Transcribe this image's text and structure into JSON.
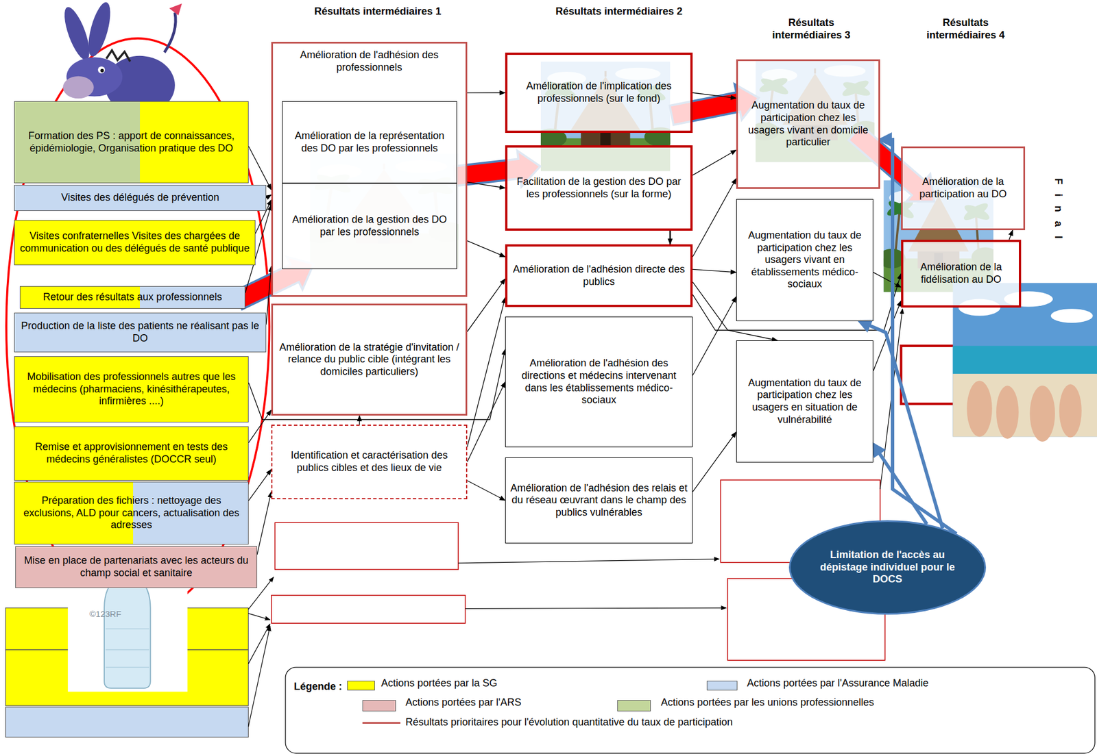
{
  "diagram": {
    "nodes": [
      {
        "text": [
          "Formation des PS : apport de connaissances, épidémiologie, Organisation pratique des DO"
        ]
      },
      {
        "text": [
          "Visites des délégués de prévention"
        ]
      },
      {
        "text": [
          "Visites confraternelles Visites des chargées de communication ou des délégués de santé publique"
        ]
      },
      {
        "text": [
          "Retour des résultats aux professionnels"
        ]
      },
      {
        "text": [
          "Production de la liste des patients ne réalisant pas le DO"
        ]
      },
      {
        "text": [
          "Mobilisation des professionnels autres que les médecins (pharmaciens, kinésithérapeutes, infirmières ....)"
        ]
      },
      {
        "text": [
          "Remise et approvisionnement en tests des médecins généralistes (DOCCR seul)"
        ]
      },
      {
        "text": [
          "Préparation des fichiers : nettoyage des exclusions, ALD pour cancers, actualisation des adresses"
        ]
      },
      {
        "text": [
          "Mise en place de partenariats avec les acteurs du champ social et sanitaire"
        ]
      },
      {
        "text": [
          "Amélioration de l'adhésion des professionnels"
        ]
      },
      {
        "text": [
          "Amélioration de la représentation des DO par les professionnels"
        ],
        "in": 9
      },
      {
        "text": [
          "Amélioration de la gestion des DO par les professionnels"
        ],
        "in": 9
      },
      {
        "text": [
          "Amélioration de la stratégie d'invitation / relance du public cible (intégrant les domiciles particuliers)"
        ]
      },
      {
        "text": [
          "Identification et caractérisation des publics cibles et des lieux de vie"
        ]
      },
      {
        "text": [
          "Amélioration de l'implication des professionnels (sur le fond)"
        ]
      },
      {
        "text": [
          "Facilitation de la gestion des DO par les professionnels (sur la forme)"
        ]
      },
      {
        "text": [
          "Amélioration de l'adhésion directe des publics"
        ]
      },
      {
        "text": [
          "Amélioration de l'adhésion des directions et médecins intervenant dans les établissements médico-sociaux"
        ]
      },
      {
        "text": [
          "Amélioration de l'adhésion des relais et du réseau œuvrant dans le champ des publics vulnérables"
        ]
      },
      {
        "text": [
          "Augmentation du taux de participation chez les usagers vivant en domicile particulier"
        ]
      },
      {
        "text": [
          "Augmentation du taux de participation chez les usagers vivant en établissements médico-sociaux"
        ]
      },
      {
        "text": [
          "Augmentation du taux de participation chez les usagers en situation de vulnérabilité"
        ]
      },
      {
        "text": [
          "Amélioration de la participation au DO"
        ]
      },
      {
        "text": [
          "Amélioration de la fidélisation au DO"
        ]
      },
      {
        "text": [
          "Limitation de l'accès au dépistage individuel pour le DOCS"
        ]
      }
    ],
    "edges": [
      {
        "from": 0,
        "to": 9,
        "arrow": "to"
      },
      {
        "from": 1,
        "to": 9,
        "arrow": "to"
      },
      {
        "from": 2,
        "to": 9,
        "arrow": "to"
      },
      {
        "from": 3,
        "to": 9,
        "arrow": "to"
      },
      {
        "from": 4,
        "to": 9,
        "arrow": "to"
      },
      {
        "from": 5,
        "to": 17,
        "arrow": "to"
      },
      {
        "from": 6,
        "to": 12,
        "arrow": "to"
      },
      {
        "from": 7,
        "to": 13,
        "arrow": "to"
      },
      {
        "from": 8,
        "to": 13,
        "arrow": "to"
      },
      {
        "from": 9,
        "to": 14,
        "arrow": "to"
      },
      {
        "from": 9,
        "to": 15,
        "arrow": "to"
      },
      {
        "from": 9,
        "to": 16,
        "arrow": "to"
      },
      {
        "from": 12,
        "to": 16,
        "arrow": "to"
      },
      {
        "from": 13,
        "to": 16,
        "arrow": "to"
      },
      {
        "from": 13,
        "to": 17,
        "arrow": "to"
      },
      {
        "from": 13,
        "to": 18,
        "arrow": "to"
      },
      {
        "from": 13,
        "to": 12,
        "arrow": "to"
      },
      {
        "from": 14,
        "to": 19,
        "arrow": "to"
      },
      {
        "from": 15,
        "to": 19,
        "arrow": "to"
      },
      {
        "from": 15,
        "to": 16,
        "arrow": "to"
      },
      {
        "from": 16,
        "to": 19,
        "arrow": "to"
      },
      {
        "from": 16,
        "to": 20,
        "arrow": "to"
      },
      {
        "from": 16,
        "to": 21,
        "arrow": "to"
      },
      {
        "from": 16,
        "to": 23,
        "arrow": "to"
      },
      {
        "from": 17,
        "to": 20,
        "arrow": "to"
      },
      {
        "from": 18,
        "to": 21,
        "arrow": "to"
      },
      {
        "from": 20,
        "to": 23,
        "arrow": "to"
      },
      {
        "from": 21,
        "to": 23,
        "arrow": "to"
      },
      {
        "from": 23,
        "to": 22,
        "arrow": "to"
      },
      {
        "from": 24,
        "to": 19,
        "arrow": "to"
      },
      {
        "from": 24,
        "to": 20,
        "arrow": "to"
      },
      {
        "from": 24,
        "to": 21,
        "arrow": "to"
      }
    ],
    "labels": [
      "Résultats intermédiaires 1",
      "Résultats intermédiaires 2",
      "Résultats intermédiaires 3",
      "Résultats intermédiaires 4",
      "Final",
      "©123RF",
      "Légende :"
    ],
    "legend": [
      {
        "text": "Actions portées par la SG",
        "color": "#ffff00"
      },
      {
        "text": "Actions portées par l'Assurance Maladie",
        "color": "#c6d9f1"
      },
      {
        "text": "Actions portées par l'ARS",
        "color": "#e6b9b8"
      },
      {
        "text": "Actions portées par les unions professionnelles",
        "color": "#c3d69b"
      },
      {
        "text": "Résultats prioritaires pour l'évolution quantitative du taux de participation"
      }
    ]
  }
}
